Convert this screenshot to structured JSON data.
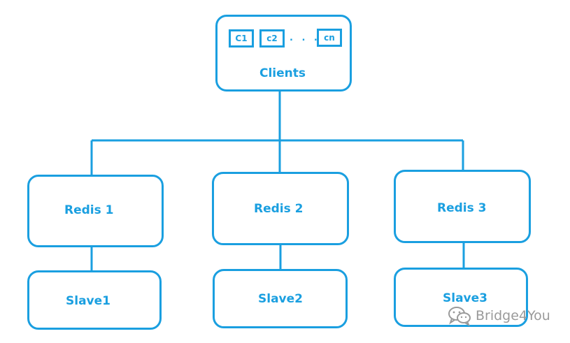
{
  "colors": {
    "stroke": "#1a9fe0",
    "text": "#1a9fe0",
    "watermark": "#9a9a9a"
  },
  "clients": {
    "label": "Clients",
    "items": [
      "C1",
      "c2",
      "cn"
    ],
    "ellipsis": ". . ."
  },
  "masters": [
    {
      "label": "Redis  1"
    },
    {
      "label": "Redis  2"
    },
    {
      "label": "Redis  3"
    }
  ],
  "slaves": [
    {
      "label": "Slave1"
    },
    {
      "label": "Slave2"
    },
    {
      "label": "Slave3"
    }
  ],
  "watermark": {
    "text": "Bridge4You",
    "icon": "wechat-icon"
  }
}
